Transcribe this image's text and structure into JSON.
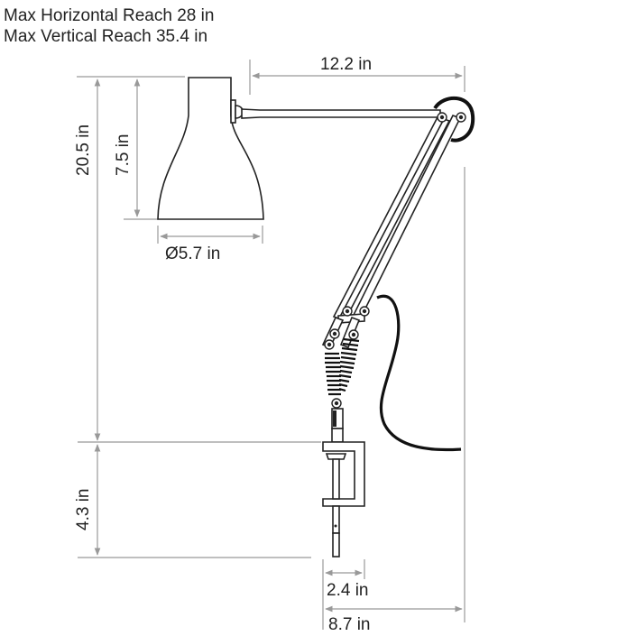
{
  "header": {
    "max_horizontal_reach": "Max Horizontal Reach 28 in",
    "max_vertical_reach": "Max Vertical Reach 35.4 in"
  },
  "dimensions": {
    "arm_reach": "12.2 in",
    "total_height": "20.5 in",
    "shade_height": "7.5 in",
    "shade_diameter": "Ø5.7 in",
    "clamp_height": "4.3 in",
    "clamp_opening": "2.4 in",
    "base_to_arm_width": "8.7 in"
  },
  "colors": {
    "dimension_line": "#999999",
    "outline": "#222222",
    "cable": "#111111"
  }
}
